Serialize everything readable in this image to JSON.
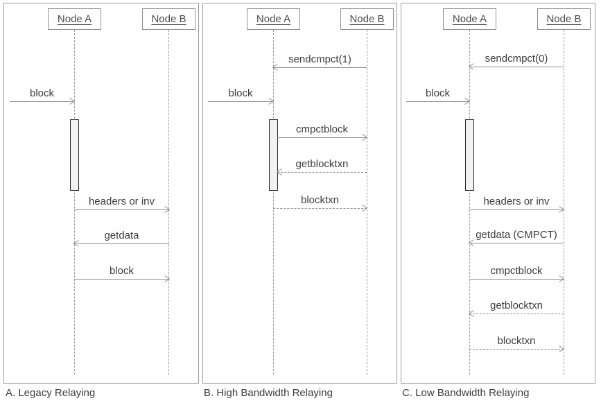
{
  "colors": {
    "frame_border": "#9a9a9a",
    "node_border": "#8f8f8f",
    "line": "#8c8c8c",
    "text": "#3d3d3d",
    "activation_fill": "#f2f2f2",
    "activation_border": "#262626"
  },
  "panels": [
    {
      "caption": "A. Legacy Relaying",
      "node_a": "Node A",
      "node_b": "Node B",
      "messages": [
        {
          "label": "block",
          "from": "external",
          "to": "node-a",
          "line": "solid"
        },
        {
          "label": "headers or inv",
          "from": "node-a",
          "to": "node-b",
          "line": "solid"
        },
        {
          "label": "getdata",
          "from": "node-b",
          "to": "node-a",
          "line": "solid"
        },
        {
          "label": "block",
          "from": "node-a",
          "to": "node-b",
          "line": "solid"
        }
      ]
    },
    {
      "caption": "B. High Bandwidth Relaying",
      "node_a": "Node A",
      "node_b": "Node B",
      "messages": [
        {
          "label": "sendcmpct(1)",
          "from": "node-b",
          "to": "node-a",
          "line": "solid"
        },
        {
          "label": "block",
          "from": "external",
          "to": "node-a",
          "line": "solid"
        },
        {
          "label": "cmpctblock",
          "from": "node-a",
          "to": "node-b",
          "line": "solid"
        },
        {
          "label": "getblocktxn",
          "from": "node-b",
          "to": "node-a",
          "line": "dashed"
        },
        {
          "label": "blocktxn",
          "from": "node-a",
          "to": "node-b",
          "line": "dashed"
        }
      ]
    },
    {
      "caption": "C. Low Bandwidth Relaying",
      "node_a": "Node A",
      "node_b": "Node B",
      "messages": [
        {
          "label": "sendcmpct(0)",
          "from": "node-b",
          "to": "node-a",
          "line": "solid"
        },
        {
          "label": "block",
          "from": "external",
          "to": "node-a",
          "line": "solid"
        },
        {
          "label": "headers or inv",
          "from": "node-a",
          "to": "node-b",
          "line": "solid"
        },
        {
          "label": "getdata (CMPCT)",
          "from": "node-b",
          "to": "node-a",
          "line": "solid"
        },
        {
          "label": "cmpctblock",
          "from": "node-a",
          "to": "node-b",
          "line": "solid"
        },
        {
          "label": "getblocktxn",
          "from": "node-b",
          "to": "node-a",
          "line": "dashed"
        },
        {
          "label": "blocktxn",
          "from": "node-a",
          "to": "node-b",
          "line": "dashed"
        }
      ]
    }
  ]
}
